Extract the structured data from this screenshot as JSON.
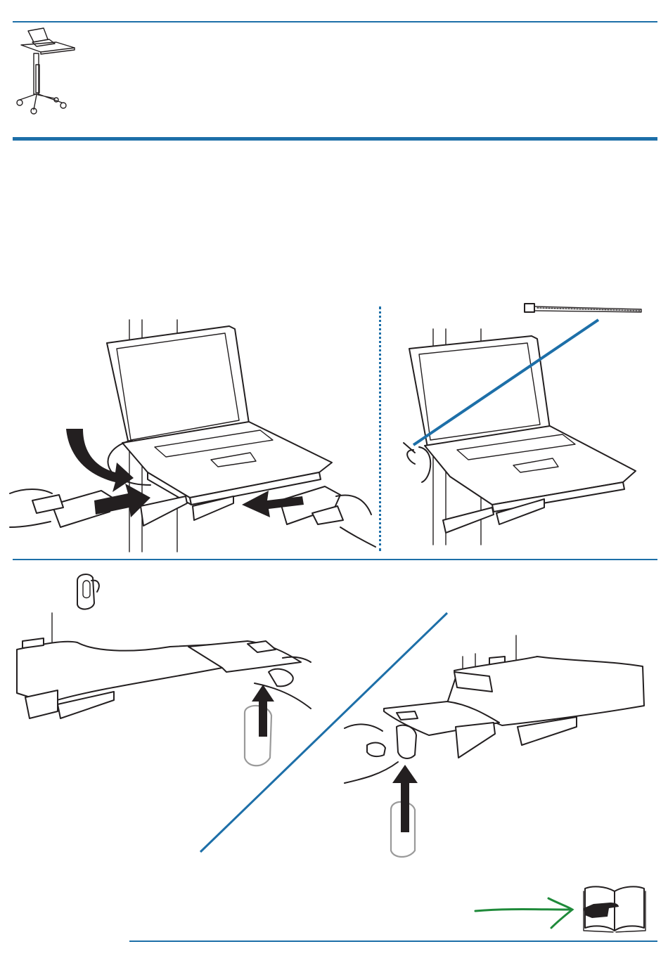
{
  "page": {
    "sections": [
      {
        "id": "header",
        "figure": "cart-thumbnail"
      },
      {
        "id": "step-secure-laptop",
        "figures": [
          "laptop-clamp-adjust",
          "laptop-cable-tie"
        ]
      },
      {
        "id": "step-mouse-tray",
        "figures": [
          "mouse-tray-left",
          "mouse-tray-right"
        ]
      }
    ]
  },
  "icons": {
    "cart": "cart-thumbnail-icon",
    "mouse": "mouse-icon",
    "manual": "manual-reference-icon",
    "cable_tie": "cable-tie-icon"
  },
  "colors": {
    "rule": "#1d6fa8",
    "ink": "#231f20",
    "pointer_arrow": "#1f8a3a",
    "callout_line": "#1d6fa8",
    "ghost": "#9a9a9a"
  }
}
